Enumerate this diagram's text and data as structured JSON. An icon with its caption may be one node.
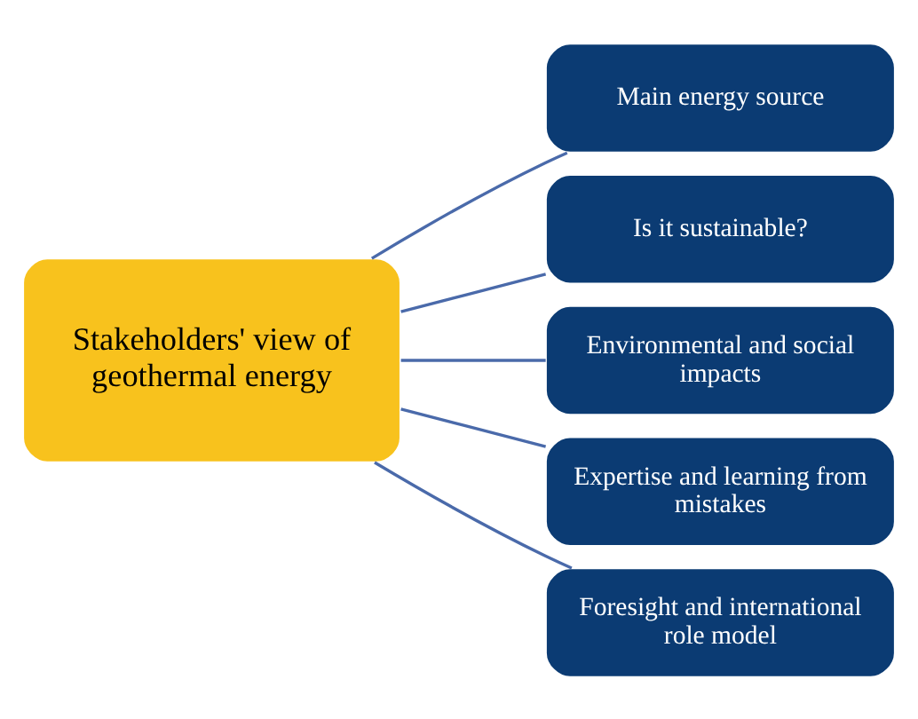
{
  "diagram": {
    "nodes": [
      {
        "text": [
          "Stakeholders' view of geothermal energy"
        ]
      },
      {
        "text": [
          "Main energy source"
        ]
      },
      {
        "text": [
          "Is it sustainable?"
        ]
      },
      {
        "text": [
          "Environmental and social impacts"
        ]
      },
      {
        "text": [
          "Expertise and learning from mistakes"
        ]
      },
      {
        "text": [
          "Foresight and international role model"
        ]
      }
    ],
    "edges": [
      {
        "from": 0,
        "to": 1,
        "arrow": "none"
      },
      {
        "from": 0,
        "to": 2,
        "arrow": "none"
      },
      {
        "from": 0,
        "to": 3,
        "arrow": "none"
      },
      {
        "from": 0,
        "to": 4,
        "arrow": "none"
      },
      {
        "from": 0,
        "to": 5,
        "arrow": "none"
      }
    ]
  }
}
